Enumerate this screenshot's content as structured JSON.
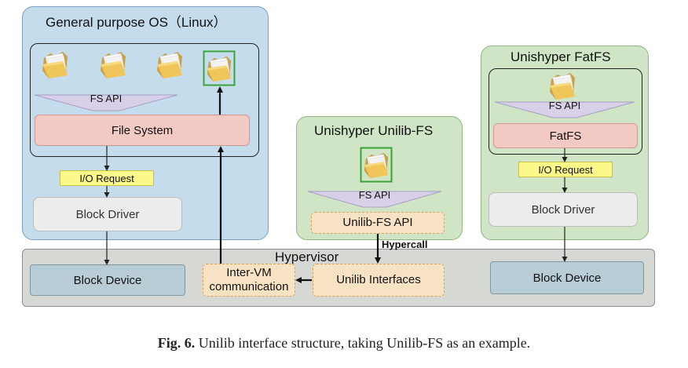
{
  "panels": {
    "general_os": {
      "title": "General purpose OS（Linux）"
    },
    "unilib_fs": {
      "title": "Unishyper Unilib-FS"
    },
    "fatfs": {
      "title": "Unishyper FatFS"
    }
  },
  "labels": {
    "fs_api": "FS API",
    "file_system": "File System",
    "io_request": "I/O Request",
    "block_driver": "Block Driver",
    "unilib_fs_api": "Unilib-FS API",
    "fatfs": "FatFS",
    "hypervisor": "Hypervisor",
    "hypercall": "Hypercall",
    "block_device": "Block Device",
    "inter_vm_line1": "Inter-VM",
    "inter_vm_line2": "communication",
    "unilib_interfaces": "Unilib Interfaces"
  },
  "caption": {
    "prefix": "Fig. 6.",
    "text": "Unilib interface structure, taking Unilib-FS as an example."
  },
  "colors": {
    "os_panel": "#c5dcec",
    "unishyper_panel": "#cfe5c5",
    "hypervisor": "#d6d8d3",
    "file_system": "#f2c9c3",
    "io_request": "#fcf88a",
    "block_device": "#b9cdd7",
    "unilib_box": "#f7e3c4",
    "highlight_folder_frame": "#3aa33a"
  },
  "icons": [
    "folder-icon",
    "highlighted-folder-icon"
  ]
}
